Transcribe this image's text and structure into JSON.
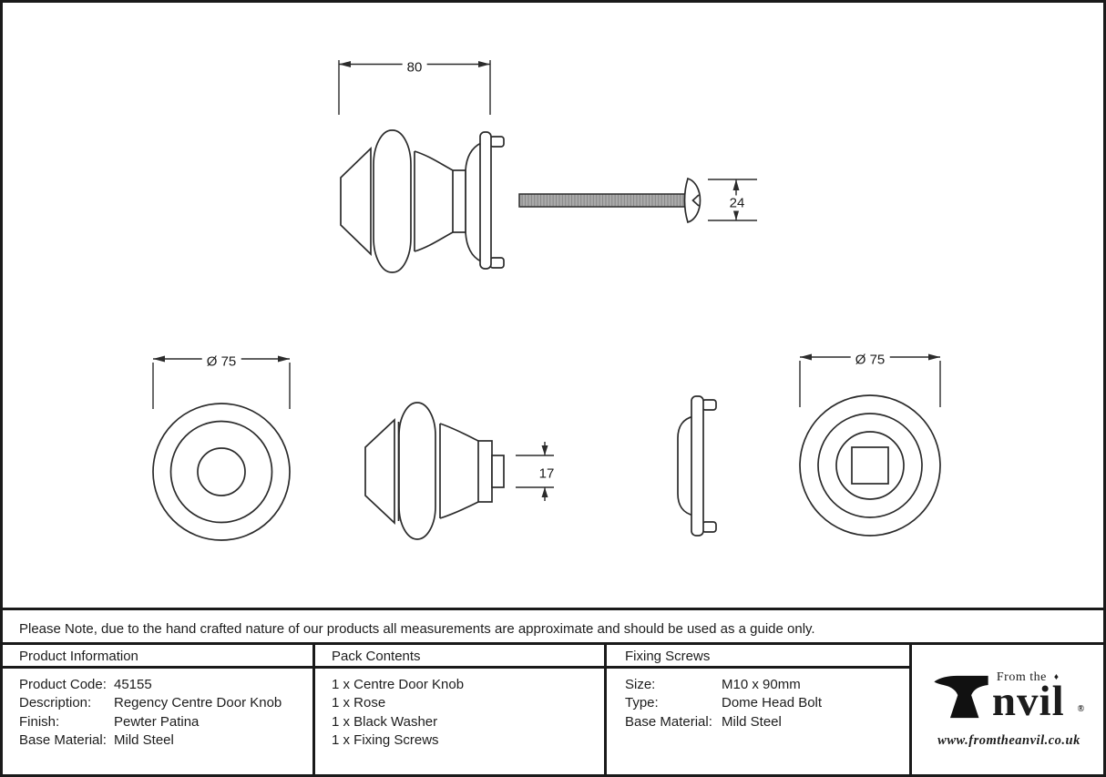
{
  "note": "Please Note, due to the hand crafted nature of our products all measurements are approximate and should be used as a guide only.",
  "drawing": {
    "dim_knob_width": "80",
    "dim_bolt_head": "24",
    "dim_rose_front": "Ø 75",
    "dim_spindle": "17",
    "dim_rose_back": "Ø 75"
  },
  "table": {
    "product_information": {
      "header": "Product Information",
      "rows": [
        {
          "label": "Product Code:",
          "value": "45155"
        },
        {
          "label": "Description:",
          "value": "Regency Centre Door Knob"
        },
        {
          "label": "Finish:",
          "value": "Pewter Patina"
        },
        {
          "label": "Base Material:",
          "value": "Mild Steel"
        }
      ]
    },
    "pack_contents": {
      "header": "Pack Contents",
      "items": [
        "1 x Centre Door Knob",
        "1 x Rose",
        "1 x Black Washer",
        "1 x Fixing Screws"
      ]
    },
    "fixing_screws": {
      "header": "Fixing Screws",
      "rows": [
        {
          "label": "Size:",
          "value": "M10 x 90mm"
        },
        {
          "label": "Type:",
          "value": "Dome Head Bolt"
        },
        {
          "label": "Base Material:",
          "value": "Mild Steel"
        }
      ]
    }
  },
  "logo": {
    "brand": "Anvil",
    "brand_display_rest": "nvil",
    "prefix": "From the",
    "diamond": "♦",
    "registered": "®",
    "url": "www.fromtheanvil.co.uk"
  },
  "colors": {
    "line": "#2b2b2b",
    "border": "#1a1a1a",
    "thread_fill": "#ababab",
    "thread_stripe": "#878787"
  }
}
